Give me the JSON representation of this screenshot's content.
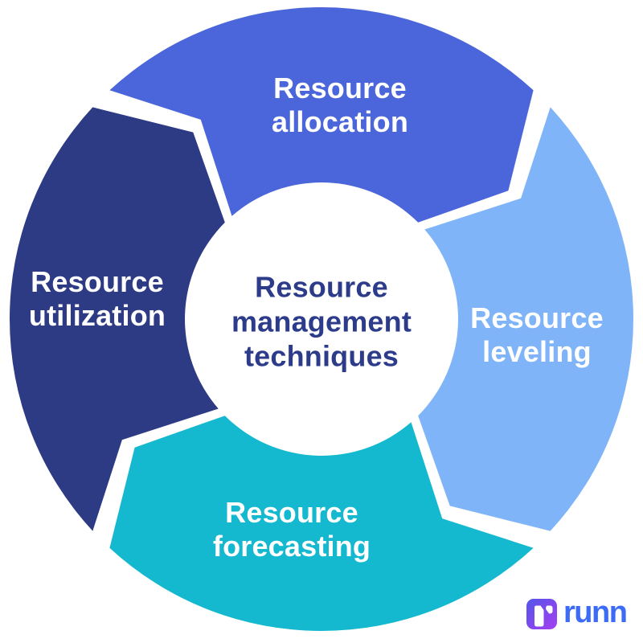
{
  "center": {
    "label": "Resource management techniques",
    "text_color": "#2D3C8A",
    "background_color": "#FFFFFF"
  },
  "segments": [
    {
      "id": "allocation",
      "position": "top",
      "label": "Resource allocation",
      "color": "#4B66DB",
      "text_color": "#FFFFFF"
    },
    {
      "id": "leveling",
      "position": "right",
      "label": "Resource leveling",
      "color": "#7FB4F8",
      "text_color": "#FFFFFF"
    },
    {
      "id": "forecasting",
      "position": "bottom",
      "label": "Resource forecasting",
      "color": "#14B9CF",
      "text_color": "#FFFFFF"
    },
    {
      "id": "utilization",
      "position": "left",
      "label": "Resource utilization",
      "color": "#2D3A84",
      "text_color": "#FFFFFF"
    }
  ],
  "logo": {
    "text": "runn",
    "text_color": "#3C6BF6",
    "icon_name": "runn-logo-icon",
    "icon_gradient_start": "#5356E8",
    "icon_gradient_end": "#A63EF1",
    "icon_glyph_color": "#FFFFFF"
  }
}
